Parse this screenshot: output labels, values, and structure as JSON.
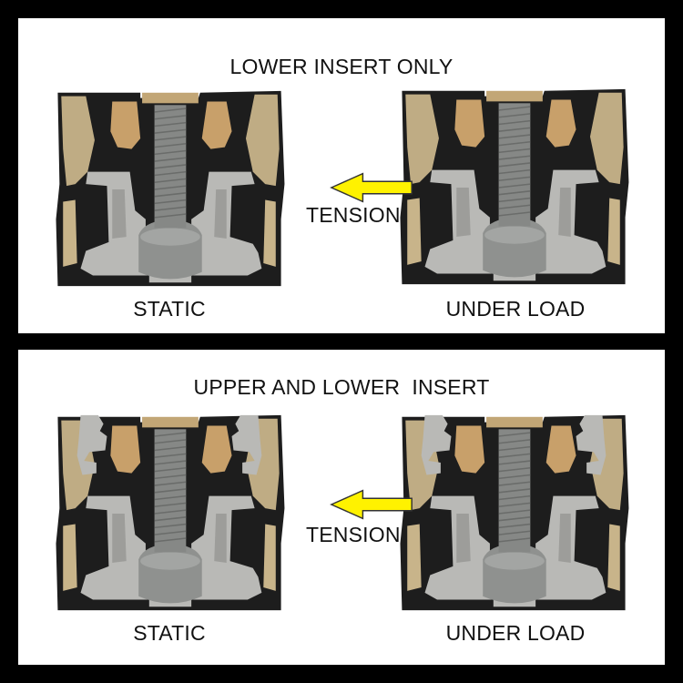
{
  "panels": [
    {
      "title": "LOWER INSERT ONLY",
      "left_caption": "STATIC",
      "right_caption": "UNDER LOAD",
      "arrow_label": "TENSION"
    },
    {
      "title": "UPPER AND LOWER  INSERT",
      "left_caption": "STATIC",
      "right_caption": "UNDER LOAD",
      "arrow_label": "TENSION"
    }
  ],
  "colors": {
    "background": "#000000",
    "panel": "#ffffff",
    "arrow_fill": "#fff200",
    "rubber": "#1d1d1d",
    "poly_insert": "#c8b48a",
    "aluminum": "#b9b9b6",
    "bolt": "#8f918f"
  },
  "icons": {
    "arrow": "arrow-left-icon"
  }
}
